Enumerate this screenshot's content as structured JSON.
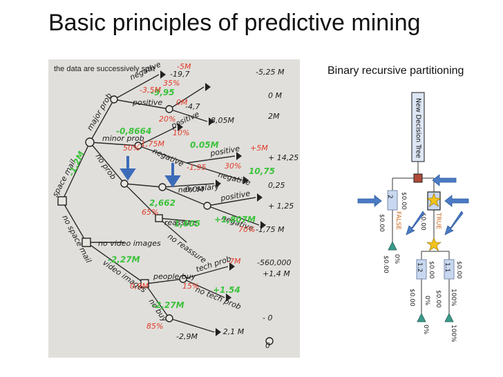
{
  "slide": {
    "title": "Basic principles of predictive mining"
  },
  "photo": {
    "caption": "the data are successively split",
    "handwritten": {
      "space_mail": "space mail",
      "no_space_mail": "no space mail",
      "major_prob": "major prob",
      "minor_prob": "minor prob",
      "no_prob": "no prob",
      "negative_1": "negative",
      "positive_1": "positive",
      "positive_2": "positive",
      "negative_2": "negative",
      "positive_3": "positive",
      "negative_3": "negative",
      "positive_4": "positive",
      "negative_4": "negative",
      "new_salary": "new salary",
      "no_video_images": "no video images",
      "video_images": "video images",
      "people_buy": "people buy",
      "no_buy": "no buy",
      "tech_prob": "tech prob",
      "no_tech_prob": "no tech prob",
      "no_reassure": "no reassure",
      "reassure": "reassure",
      "v_1_2M": "-1,2M",
      "v_3_5M": "-3,5M",
      "v_5M": "-5M",
      "v_19_7": "-19,7",
      "v_5_25M": "-5,25 M",
      "v_9_95": "-9,95",
      "v_0M_a": "0M",
      "v_4_7": "-4,7",
      "v_0M_b": "0 M",
      "v_2M": "2M",
      "v_8_05M": "8,05M",
      "v_0_8664": "-0,8664",
      "v_1_75M": "-1,75M",
      "v_0_05M": "0.05M",
      "v_5M_b": "+5M",
      "v_14_25": "+ 14,25",
      "v_1_95": "-1,95",
      "v_10_75": "10,75",
      "v_0_25": "0,25",
      "v_0_0M": "0,0M",
      "v_1_25": "+ 1,25",
      "v_1_807M": "+1,807M",
      "v_1_75M_b": "-1,75 M",
      "v_2_662": "2,662",
      "v_1_605": "1,605",
      "v_2_27M": "-2,27M",
      "v_0_9M": "0,9M",
      "v_7M": "-7M",
      "v_1_4M": "+1,4 M",
      "v_560": "-560,000",
      "v_1_54": "+1.54",
      "v_2_1M": "+ 2,1 M",
      "v_2_27M_b": "-2,27M",
      "v_2_9M": "-2,9M",
      "v_0_a": "- 0",
      "v_0_b": "0",
      "p_35": "35%",
      "p_50": "50%",
      "p_20": "20%",
      "p_10": "10%",
      "p_30": "30%",
      "p_70": "70%",
      "p_65": "65%",
      "p_85": "85%",
      "p_15": "15%"
    }
  },
  "tree": {
    "subtitle": "Binary recursive partitioning",
    "root_label": "New Decision Tree",
    "node_2": "2",
    "node_1_1": "1.1",
    "node_1_2": "1.2",
    "false_label": "FALSE",
    "true_label": "TRUE",
    "money_a": "$0.00",
    "money_b": "$0.00",
    "money_c": "$0.00",
    "money_d": "$0.00",
    "money_e": "$0.00",
    "money_f": "$0.00",
    "money_g": "$0.00",
    "money_h": "$0.00",
    "pct_0a": "0%",
    "pct_0b": "0%",
    "pct_0c": "0%",
    "pct_100a": "100%",
    "pct_100b": "100%",
    "colors": {
      "accent_arrow": "#4a7bc4",
      "star": "#f2c21a",
      "node_fill": "#c8d8f0",
      "root_fill": "#b04a3a",
      "leaf_teal": "#3a9a8a"
    }
  }
}
